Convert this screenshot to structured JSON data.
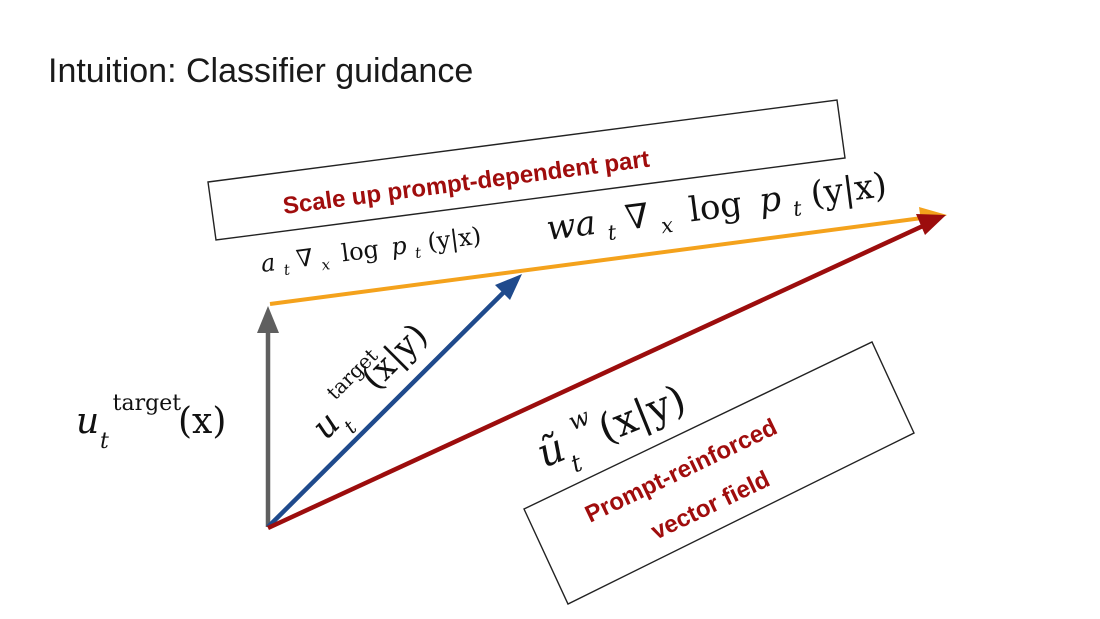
{
  "title": "Intuition: Classifier guidance",
  "colors": {
    "target_arrow": "#5f5f5f",
    "orange_arrow": "#f4a21c",
    "blue_arrow": "#1f4a8c",
    "red_arrow": "#9c0d0d",
    "callout_text": "#a00d0d",
    "box_stroke": "#222222"
  },
  "callouts": {
    "top": "Scale up prompt-dependent part",
    "bottom_line1": "Prompt-reinforced",
    "bottom_line2": "vector field"
  },
  "labels": {
    "u_target_x": {
      "symbol": "u",
      "sub": "t",
      "sup": "target",
      "arg": "(x)"
    },
    "a_grad_log": {
      "prefix": "a",
      "sub": "t",
      "nabla": "∇",
      "nabla_sub": "x",
      "log": "log",
      "p": "p",
      "p_sub": "t",
      "arg": "(y|x)"
    },
    "w_a_grad_log": {
      "prefix": "wa",
      "sub": "t",
      "nabla": "∇",
      "nabla_sub": "x",
      "log": "log",
      "p": "p",
      "p_sub": "t",
      "arg": "(y|x)"
    },
    "u_target_xy": {
      "symbol": "u",
      "sub": "t",
      "sup": "target",
      "arg": "(x|y)"
    },
    "u_tilde_w": {
      "symbol": "ũ",
      "sub": "t",
      "sup": "w",
      "arg": "(x|y)"
    }
  }
}
